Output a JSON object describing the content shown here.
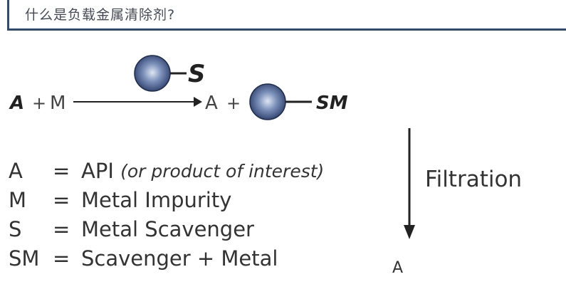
{
  "header": {
    "title": "什么是负载金属清除剂?"
  },
  "reaction": {
    "reactant_a": "A",
    "plus_1": "+",
    "reactant_m": "M",
    "scavenger_label": "S",
    "product_a": "A",
    "plus_2": "+",
    "product_sm": "SM"
  },
  "filtration": {
    "label": "Filtration",
    "result": "A"
  },
  "legend": [
    {
      "symbol": "A",
      "eq": "=",
      "text": "API",
      "note": "(or product of interest)"
    },
    {
      "symbol": "M",
      "eq": "=",
      "text": "Metal Impurity",
      "note": ""
    },
    {
      "symbol": "S",
      "eq": "=",
      "text": "Metal Scavenger",
      "note": ""
    },
    {
      "symbol": "SM",
      "eq": "=",
      "text": "Scavenger + Metal",
      "note": ""
    }
  ],
  "colors": {
    "header_rule": "#2f4a74",
    "bead_dark": "#2c3f6b",
    "bead_light": "#dfe6f2",
    "line": "#222222",
    "text": "#333333"
  }
}
